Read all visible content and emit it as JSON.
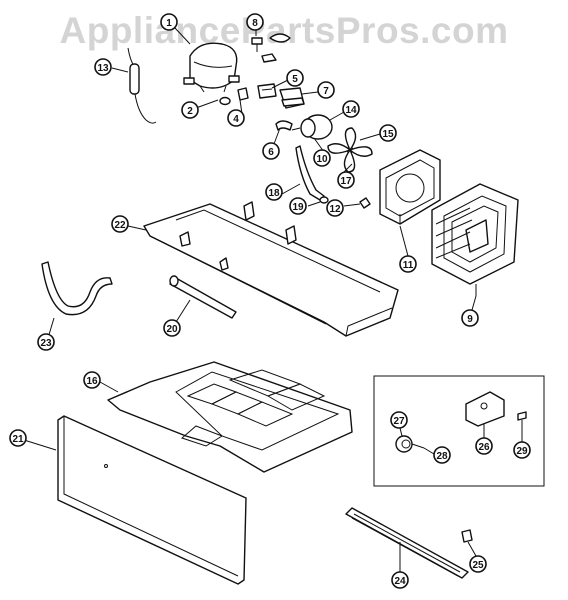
{
  "watermark": "AppliancePartsPros.com",
  "callouts": [
    {
      "id": "c1",
      "label": "1"
    },
    {
      "id": "c2",
      "label": "2"
    },
    {
      "id": "c4",
      "label": "4"
    },
    {
      "id": "c5",
      "label": "5"
    },
    {
      "id": "c6",
      "label": "6"
    },
    {
      "id": "c7",
      "label": "7"
    },
    {
      "id": "c8",
      "label": "8"
    },
    {
      "id": "c9",
      "label": "9"
    },
    {
      "id": "c10",
      "label": "10"
    },
    {
      "id": "c11",
      "label": "11"
    },
    {
      "id": "c12",
      "label": "12"
    },
    {
      "id": "c13",
      "label": "13"
    },
    {
      "id": "c14",
      "label": "14"
    },
    {
      "id": "c15",
      "label": "15"
    },
    {
      "id": "c16",
      "label": "16"
    },
    {
      "id": "c17",
      "label": "17"
    },
    {
      "id": "c18",
      "label": "18"
    },
    {
      "id": "c19",
      "label": "19"
    },
    {
      "id": "c20",
      "label": "20"
    },
    {
      "id": "c21",
      "label": "21"
    },
    {
      "id": "c22",
      "label": "22"
    },
    {
      "id": "c23",
      "label": "23"
    },
    {
      "id": "c24",
      "label": "24"
    },
    {
      "id": "c25",
      "label": "25"
    },
    {
      "id": "c26",
      "label": "26"
    },
    {
      "id": "c27",
      "label": "27"
    },
    {
      "id": "c28",
      "label": "28"
    },
    {
      "id": "c29",
      "label": "29"
    }
  ]
}
